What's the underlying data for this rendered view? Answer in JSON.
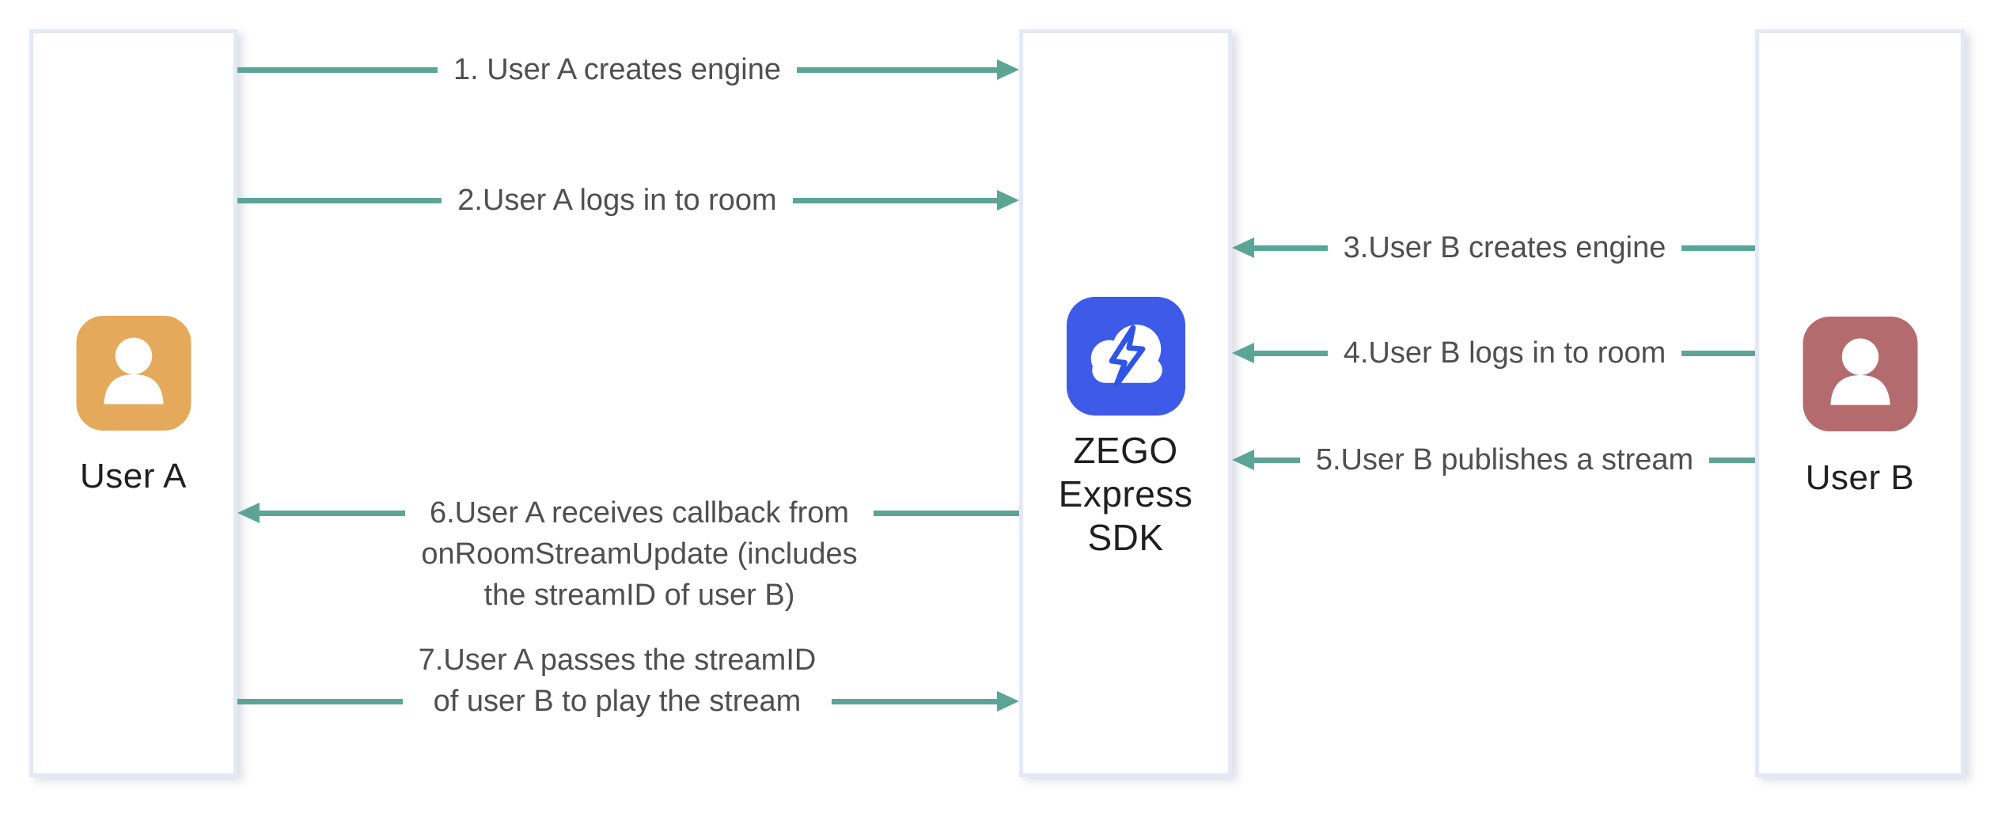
{
  "diagram": {
    "colors": {
      "arrow_teal": "#5CA496",
      "box_border": "#E3E9F7",
      "arrow_label_text": "#4F4F4F",
      "actor_label_text": "#1F1F1F",
      "user_a_icon_bg": "#E4A95A",
      "sdk_icon_bg": "#3D5BE8",
      "sdk_bolt_stroke": "#2F55E6",
      "user_b_icon_bg": "#B36B6E"
    },
    "actors": {
      "user_a": {
        "label": "User A",
        "icon": "person-icon"
      },
      "sdk": {
        "label_lines": [
          "ZEGO",
          "Express",
          "SDK"
        ],
        "icon": "cloud-bolt-icon"
      },
      "user_b": {
        "label": "User B",
        "icon": "person-icon"
      }
    },
    "arrows": [
      {
        "step": 1,
        "from": "User A",
        "to": "ZEGO Express SDK",
        "direction": "right",
        "lines": [
          "1. User A creates engine"
        ]
      },
      {
        "step": 2,
        "from": "User A",
        "to": "ZEGO Express SDK",
        "direction": "right",
        "lines": [
          "2.User A logs in to room"
        ]
      },
      {
        "step": 3,
        "from": "User B",
        "to": "ZEGO Express SDK",
        "direction": "left",
        "lines": [
          "3.User B creates engine"
        ]
      },
      {
        "step": 4,
        "from": "User B",
        "to": "ZEGO Express SDK",
        "direction": "left",
        "lines": [
          "4.User B logs in to room"
        ]
      },
      {
        "step": 5,
        "from": "User B",
        "to": "ZEGO Express SDK",
        "direction": "left",
        "lines": [
          "5.User B publishes a stream"
        ]
      },
      {
        "step": 6,
        "from": "ZEGO Express SDK",
        "to": "User A",
        "direction": "left",
        "lines": [
          "6.User A receives callback from",
          "onRoomStreamUpdate (includes",
          "the streamID of user B)"
        ]
      },
      {
        "step": 7,
        "from": "User A",
        "to": "ZEGO Express SDK",
        "direction": "right",
        "lines": [
          "7.User A passes the streamID",
          "of user B to play the stream"
        ]
      }
    ]
  }
}
